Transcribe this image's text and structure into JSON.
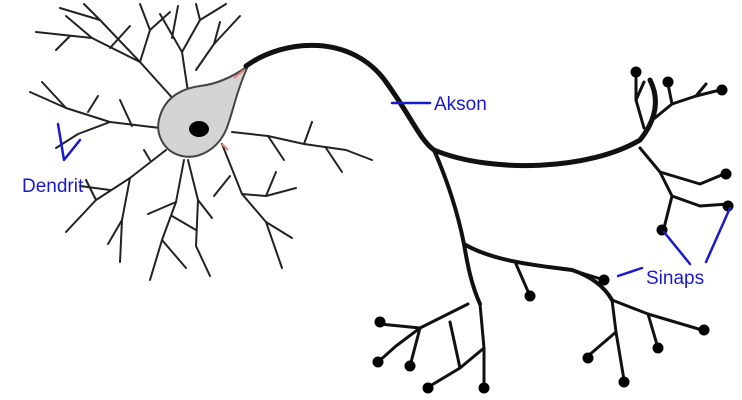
{
  "labels": {
    "dendrit": "Dendrit",
    "akson": "Akson",
    "sinaps": "Sinaps"
  },
  "colors": {
    "label": "#1a1acc",
    "line": "#111111",
    "soma_fill": "#d4d4d4",
    "soma_edge": "#444444",
    "nucleus": "#000000",
    "hillock_tint": "#e88080",
    "background": "#ffffff"
  }
}
